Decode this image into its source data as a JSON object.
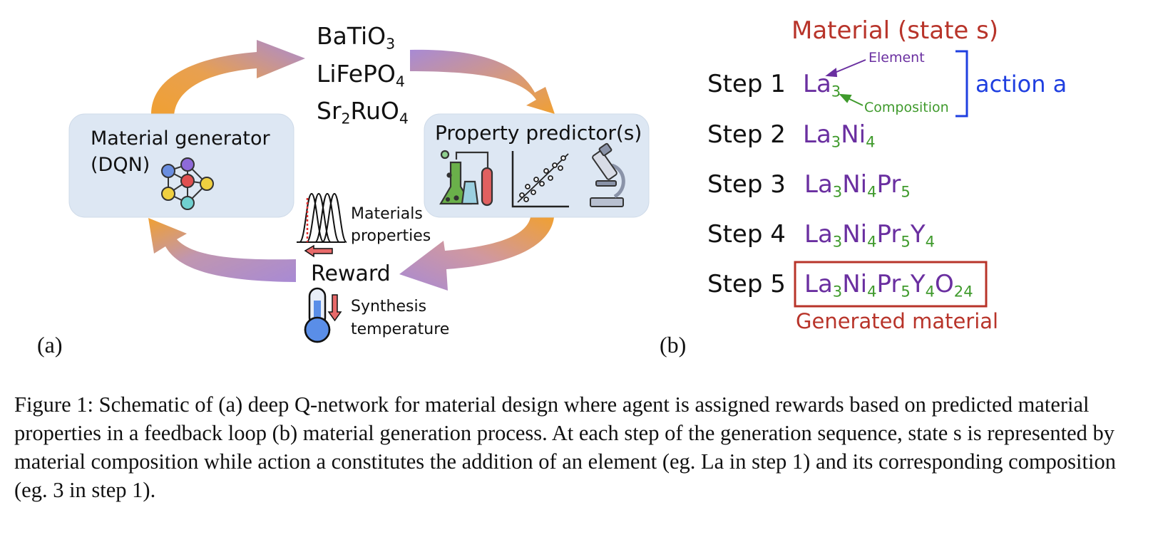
{
  "panel_a": {
    "label": "(a)",
    "materials": [
      {
        "base": "BaTiO",
        "sub": "3"
      },
      {
        "base": "LiFePO",
        "sub": "4"
      },
      {
        "parts": [
          [
            "Sr",
            "2"
          ],
          [
            "RuO",
            "4"
          ]
        ]
      }
    ],
    "generator_title": "Material generator",
    "generator_sub": "(DQN)",
    "predictor_title": "Property predictor(s)",
    "reward_label": "Reward",
    "properties_line1": "Materials",
    "properties_line2": "properties",
    "synthesis_line1": "Synthesis",
    "synthesis_line2": "temperature"
  },
  "panel_b": {
    "label": "(b)",
    "state_title": "Material (state s)",
    "element_annotation": "Element",
    "composition_annotation": "Composition",
    "action_label": "action a",
    "generated_label": "Generated material",
    "steps": [
      {
        "label": "Step 1",
        "tokens": [
          [
            "La",
            "3"
          ]
        ]
      },
      {
        "label": "Step 2",
        "tokens": [
          [
            "La",
            "3"
          ],
          [
            "Ni",
            "4"
          ]
        ]
      },
      {
        "label": "Step 3",
        "tokens": [
          [
            "La",
            "3"
          ],
          [
            "Ni",
            "4"
          ],
          [
            "Pr",
            "5"
          ]
        ]
      },
      {
        "label": "Step 4",
        "tokens": [
          [
            "La",
            "3"
          ],
          [
            "Ni",
            "4"
          ],
          [
            "Pr",
            "5"
          ],
          [
            "Y",
            "4"
          ]
        ]
      },
      {
        "label": "Step 5",
        "tokens": [
          [
            "La",
            "3"
          ],
          [
            "Ni",
            "4"
          ],
          [
            "Pr",
            "5"
          ],
          [
            "Y",
            "4"
          ],
          [
            "O",
            "24"
          ]
        ]
      }
    ]
  },
  "caption": "Figure 1: Schematic of (a) deep Q-network for material design where agent is assigned rewards based on predicted material properties in a feedback loop (b) material generation process. At each step of the generation sequence, state s is represented by material composition while action a constitutes the addition of an element (eg. La in step 1) and its corresponding composition (eg. 3 in step 1).",
  "colors": {
    "element": "#6a2fa0",
    "composition": "#3f9a2c",
    "state_red": "#b8342a",
    "action_blue": "#1f3fe0",
    "box_fill": "#dde7f3",
    "arrow_orange": "#f0a032",
    "arrow_purple": "#a98ad0"
  },
  "icons": [
    "neural-network-icon",
    "lab-flasks-icon",
    "scatter-plot-icon",
    "microscope-icon",
    "distribution-curves-icon",
    "thermometer-icon"
  ]
}
